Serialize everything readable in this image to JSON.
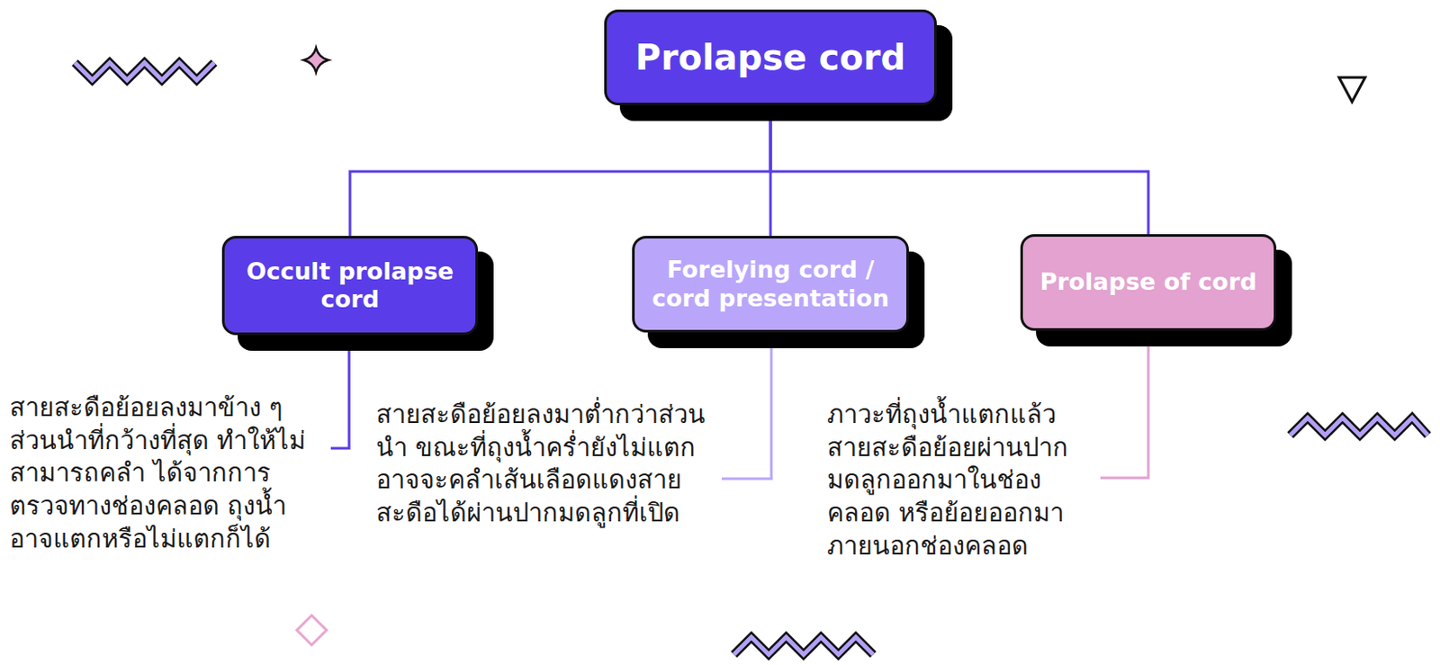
{
  "diagram": {
    "nodes": [
      {
        "text": [
          "Prolapse cord"
        ]
      },
      {
        "text": [
          "Occult prolapse cord"
        ]
      },
      {
        "text": [
          "Forelying cord / cord presentation"
        ]
      },
      {
        "text": [
          "Prolapse of cord"
        ]
      }
    ],
    "edges": [
      {
        "from": 0,
        "to": 1,
        "arrow": "none"
      },
      {
        "from": 0,
        "to": 2,
        "arrow": "none"
      },
      {
        "from": 0,
        "to": 3,
        "arrow": "none"
      }
    ],
    "labels": [
      "สายสะดือย้อยลงมาข้าง ๆ ส่วนนำที่กว้างที่สุด ทำให้ไม่สามารถคลำ ได้จากการตรวจทางช่องคลอด ถุงน้ำอาจแตกหรือไม่แตกก็ได้",
      "สายสะดือย้อยลงมาต่ำกว่าส่วนนำ ขณะที่ถุงน้ำคร่ำยังไม่แตก อาจจะคลำเส้นเลือดแดงสายสะดือได้ผ่านปากมดลูกที่เปิด",
      "ภาวะที่ถุงน้ำแตกแล้ว สายสะดือย้อยผ่านปากมดลูกออกมาในช่องคลอด หรือย้อยออกมาภายนอกช่องคลอด"
    ]
  }
}
